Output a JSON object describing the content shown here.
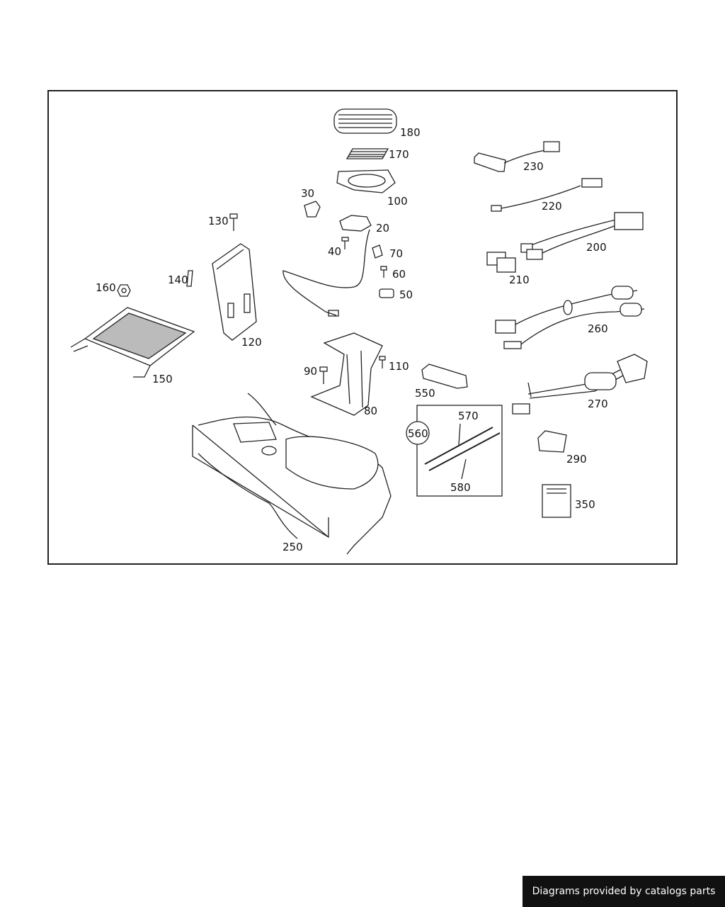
{
  "diagram": {
    "parts": [
      {
        "id": "p180",
        "label": "180"
      },
      {
        "id": "p170",
        "label": "170"
      },
      {
        "id": "p100",
        "label": "100"
      },
      {
        "id": "p30",
        "label": "30"
      },
      {
        "id": "p20",
        "label": "20"
      },
      {
        "id": "p40",
        "label": "40"
      },
      {
        "id": "p70",
        "label": "70"
      },
      {
        "id": "p60",
        "label": "60"
      },
      {
        "id": "p50",
        "label": "50"
      },
      {
        "id": "p130",
        "label": "130"
      },
      {
        "id": "p140",
        "label": "140"
      },
      {
        "id": "p160",
        "label": "160"
      },
      {
        "id": "p120",
        "label": "120"
      },
      {
        "id": "p150",
        "label": "150"
      },
      {
        "id": "p90",
        "label": "90"
      },
      {
        "id": "p110",
        "label": "110"
      },
      {
        "id": "p80",
        "label": "80"
      },
      {
        "id": "p550",
        "label": "550"
      },
      {
        "id": "p560",
        "label": "560"
      },
      {
        "id": "p570",
        "label": "570"
      },
      {
        "id": "p580",
        "label": "580"
      },
      {
        "id": "p250",
        "label": "250"
      },
      {
        "id": "p230",
        "label": "230"
      },
      {
        "id": "p220",
        "label": "220"
      },
      {
        "id": "p200",
        "label": "200"
      },
      {
        "id": "p210",
        "label": "210"
      },
      {
        "id": "p260",
        "label": "260"
      },
      {
        "id": "p270",
        "label": "270"
      },
      {
        "id": "p290",
        "label": "290"
      },
      {
        "id": "p350",
        "label": "350"
      }
    ]
  },
  "footer": {
    "text": "Diagrams provided by catalogs parts"
  }
}
